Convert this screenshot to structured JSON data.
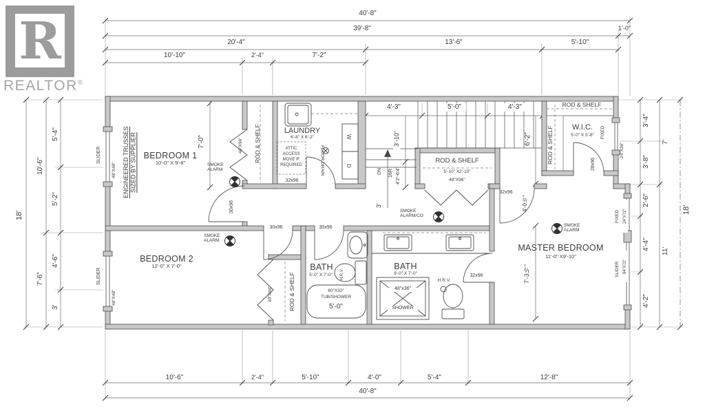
{
  "brand": {
    "logo_letter": "R",
    "name": "REALTOR",
    "reg": "®"
  },
  "dims": {
    "top": {
      "total": "40'-8\"",
      "inner": "39'-8\"",
      "offset": "1'-0\"",
      "row3": [
        "20'-4\"",
        "13'-6\"",
        "5'-10\""
      ],
      "row4": [
        "10'-10\"",
        "2'-4\"",
        "7'-2\""
      ]
    },
    "bottom": {
      "row": [
        "10'-6\"",
        "2'-4\"",
        "5'-10\"",
        "4'-0\"",
        "5'-4\"",
        "12'-8\""
      ],
      "total": "40'-8\""
    },
    "left": {
      "outer": "18'",
      "mid": [
        "10'-6\"",
        "7'-6\""
      ],
      "inner": [
        "5'-4\"",
        "5'-2\"",
        "4'-6\"",
        "3'"
      ]
    },
    "right": {
      "outer": "18'",
      "mid": [
        "7'",
        "11'"
      ],
      "inner": [
        "3'-4\"",
        "3'-8\"",
        "2'-6\"",
        "4'-4\"",
        "4'-2\""
      ]
    },
    "interior": {
      "bedroom1_depth": "7'-0\"",
      "stair_row": [
        "4'-3\"",
        "5'-0\"",
        "4'-3\""
      ],
      "stair_width": "3'-10\"",
      "stair_head": "4'2\"-6'4\"",
      "landing": "6'-2\"",
      "hall_width": "3'",
      "master_entry": "4'-0½\"",
      "master_side": "7'-3½\""
    }
  },
  "rooms": {
    "bedroom1": {
      "name": "BEDROOM 1",
      "size": "10'-0\" X 9'-8\""
    },
    "bedroom2": {
      "name": "BEDROOM 2",
      "size": "12'-0\" X 7'-0\""
    },
    "laundry": {
      "name": "LAUNDRY",
      "size": "6'-8\" X 6'-2\""
    },
    "bath1": {
      "name": "BATH",
      "size": "5'-0\" X 7'-0\""
    },
    "bath2": {
      "name": "BATH",
      "size": "9'-0\" X 7'-0\""
    },
    "master": {
      "name": "MASTER BEDROOM",
      "size": "11'-0\" X9'-10\""
    },
    "wic": {
      "name": "W.I.C.",
      "size": "5'-0\" X 5'-8\""
    }
  },
  "closet": {
    "rod_shelf": "ROD & SHELF",
    "hall_size": "5'-10\" X2'-10\""
  },
  "notes": {
    "trusses_l1": "ENGINEERED TRUSSES",
    "trusses_l2": "SIZED BY SUPPLIER",
    "attic": "ATTIC ACCESS MOVE IF REQUIRED",
    "floor_drain": "FLOOR DRAIN",
    "smoke": "SMOKE ALARM",
    "smoke_co": "SMOKE ALARM/CO",
    "down": "DN",
    "risers": "16R",
    "hrv": "H.R.V.",
    "shower": "SHOWER",
    "shower_size": "48\"x36\"",
    "tub_size": "60\"X32\"",
    "tub_type": "TUB/SHOWER",
    "tub_len": "5'-0\"",
    "washer": "W",
    "dryer": "D"
  },
  "openings": {
    "slider": "SLIDER",
    "fixed": "FIXED",
    "win_48x48": "48\"X48\"",
    "win_24x36": "24\"X36\"",
    "win_24x72": "24\"X72\"",
    "win_84x72": "84\"X72\"",
    "door_30x96": "30x96",
    "door_32x96": "32x96",
    "door_28x96": "28x96",
    "bifold_48x96": "48\"X96\"",
    "bifold_40x96": "40\"X96\""
  }
}
